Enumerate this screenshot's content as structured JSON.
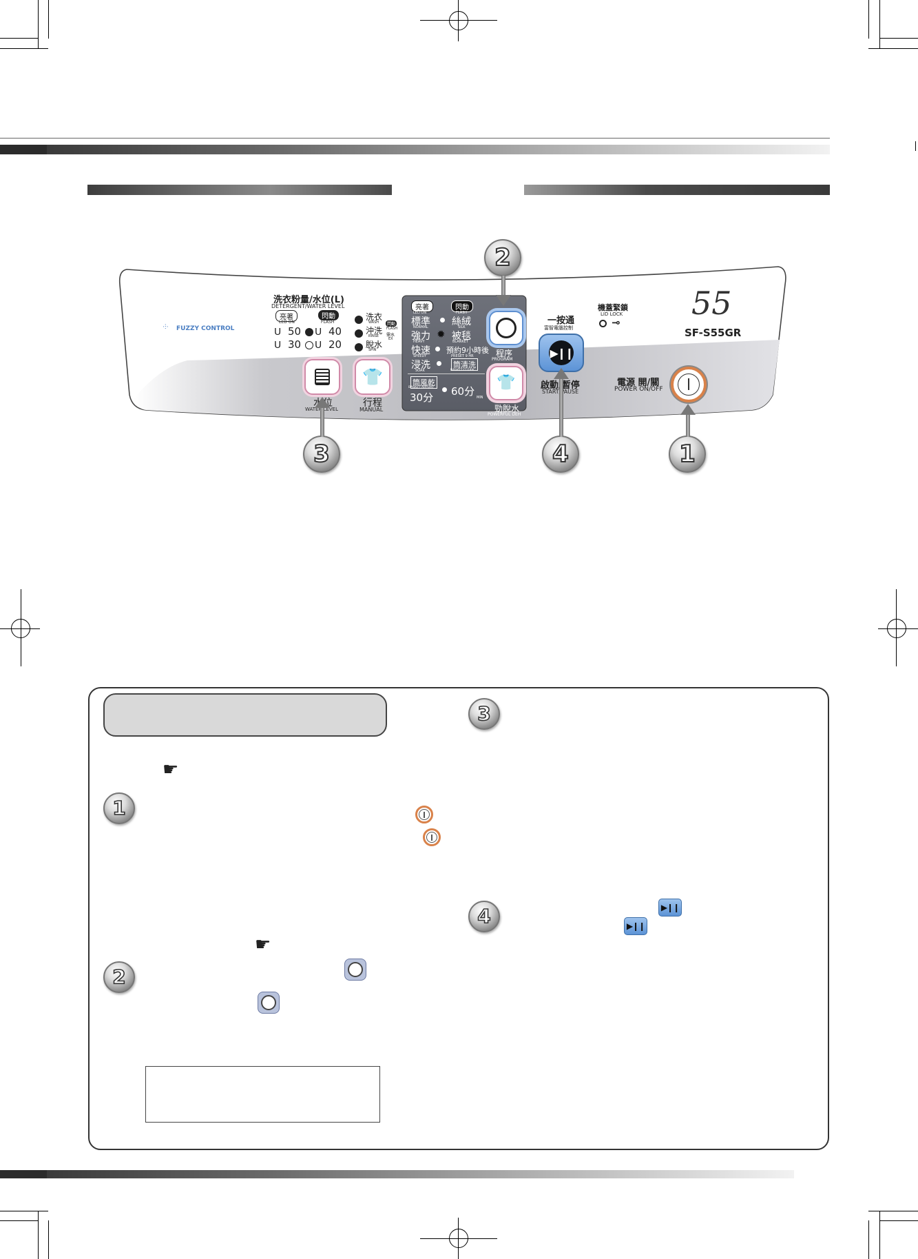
{
  "panel": {
    "detergent_title": "洗衣粉量/水位(L)",
    "detergent_sub": "DETERGENT/WATER LEVEL",
    "led_on_cn": "亮著",
    "led_on_en": "LED ON",
    "flash_cn": "閃動",
    "flash_en": "FLASH",
    "level_50": "50",
    "level_40": "40",
    "level_30": "30",
    "level_20": "20",
    "wash_cn": "洗衣",
    "wash_en": "WASH",
    "rinse_cn": "沖洗",
    "rinse_en": "RINSE",
    "spin_cn": "脫水",
    "spin_en": "SPIN",
    "flash_ex_cn": "閃動",
    "flash_ex_sub1": "FLASH",
    "flash_ex_cn2": "需水",
    "flash_ex_sub2": "EX",
    "brand": "FUZZY CONTROL",
    "water_level_cn": "水位",
    "water_level_en": "WATER LEVEL",
    "manual_cn": "行程",
    "manual_en": "MANUAL",
    "prog_led_on_cn": "亮著",
    "prog_led_on_en": "LED ON",
    "prog_flash_cn": "閃動",
    "prog_flash_en": "FLASH",
    "normal_cn": "標準",
    "normal_en": "NORMAL",
    "heavy_cn": "強力",
    "heavy_en": "HEAVY",
    "speedy_cn": "快速",
    "speedy_en": "SPEEDY",
    "soak_cn": "浸洗",
    "soak_en": "SOAK",
    "silk_cn": "絲絨",
    "silk_en": "SILK",
    "blanket_cn": "被毯",
    "blanket_en": "BLANKET",
    "preset_cn": "預約9小時後",
    "preset_en": "PRESET 9 HR",
    "basket_clean_cn": "筒清洗",
    "basket_clean_en": "BASKET CLEAN",
    "air_dry_cn": "筒風乾",
    "air_dry_en": "BASKET AIR-DRY",
    "min30": "30分",
    "min60": "60分",
    "min_en": "MIN",
    "program_cn": "程序",
    "program_en": "PROGRAM",
    "deh_cn": "勁脫水",
    "deh_en": "POWERFUL DEH",
    "onetouch_cn": "一按通",
    "onetouch_sub": "富智電腦控制",
    "start_cn": "啟動/暫停",
    "start_en": "START/PAUSE",
    "lidlock_cn": "機蓋緊鎖",
    "lidlock_en": "LID LOCK",
    "power_cn": "電源 開/關",
    "power_en": "POWER ON/OFF",
    "model_num": "55",
    "model": "SF-S55GR"
  },
  "callouts": {
    "c1": "1",
    "c2": "2",
    "c3": "3",
    "c4": "4"
  },
  "instructions": {
    "step1": "1",
    "step2": "2",
    "step3": "3",
    "step4": "4"
  }
}
